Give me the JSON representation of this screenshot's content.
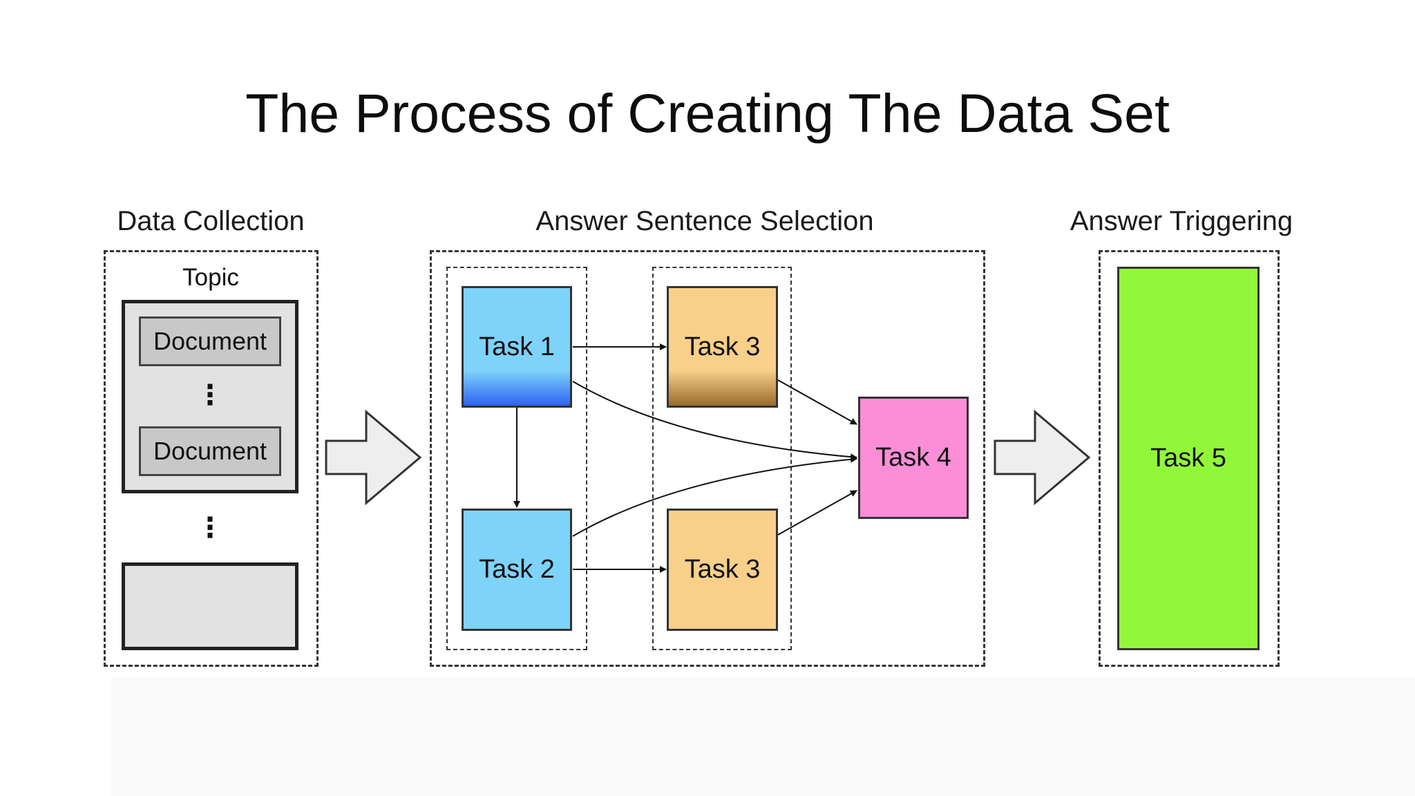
{
  "title": "The Process of Creating The Data Set",
  "sections": {
    "data_collection": {
      "label": "Data Collection",
      "topic_label": "Topic",
      "document_1": "Document",
      "document_2": "Document",
      "ellipsis_inner": "⋮",
      "ellipsis_outer": "⋮"
    },
    "answer_sentence_selection": {
      "label": "Answer Sentence Selection",
      "task_1": "Task 1",
      "task_2": "Task 2",
      "task_3_top": "Task 3",
      "task_3_bottom": "Task 3",
      "task_4": "Task 4"
    },
    "answer_triggering": {
      "label": "Answer Triggering",
      "task_5": "Task 5"
    }
  },
  "colors": {
    "task_blue": "#7ed3fb",
    "task_blue_bottom": "#2f63f5",
    "task_orange": "#f8d08a",
    "task_orange_bottom": "#9a6b2c",
    "task_pink": "#fc8ed8",
    "task_green": "#92f73a",
    "gray_box": "#e2e2e2",
    "doc_box": "#c8c8c8"
  }
}
